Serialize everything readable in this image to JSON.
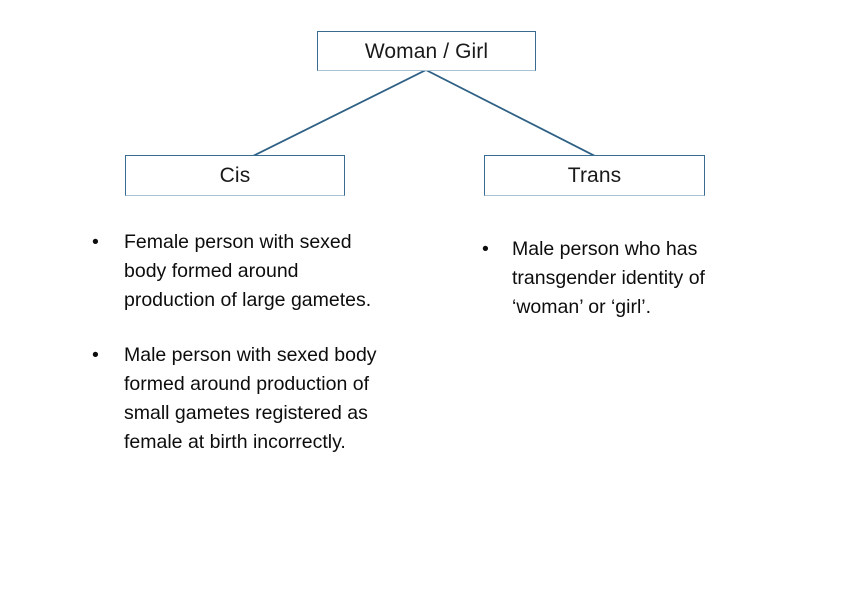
{
  "diagram": {
    "type": "tree",
    "background_color": "#ffffff",
    "box_border_color": "#3a6b91",
    "connector_color": "#2f6186",
    "text_color": "#0d0d0d",
    "root": {
      "id": "woman-girl",
      "label": "Woman / Girl"
    },
    "children": [
      {
        "id": "cis",
        "label": "Cis",
        "bullets": [
          {
            "marker": "•",
            "text": "Female person with sexed body formed around production of large gametes."
          },
          {
            "marker": "•",
            "text": "Male person with sexed body formed around production of small gametes registered as female at birth incorrectly."
          }
        ]
      },
      {
        "id": "trans",
        "label": "Trans",
        "bullets": [
          {
            "marker": "•",
            "text": "Male person who has transgender identity of ‘woman’ or ‘girl’."
          }
        ]
      }
    ]
  }
}
